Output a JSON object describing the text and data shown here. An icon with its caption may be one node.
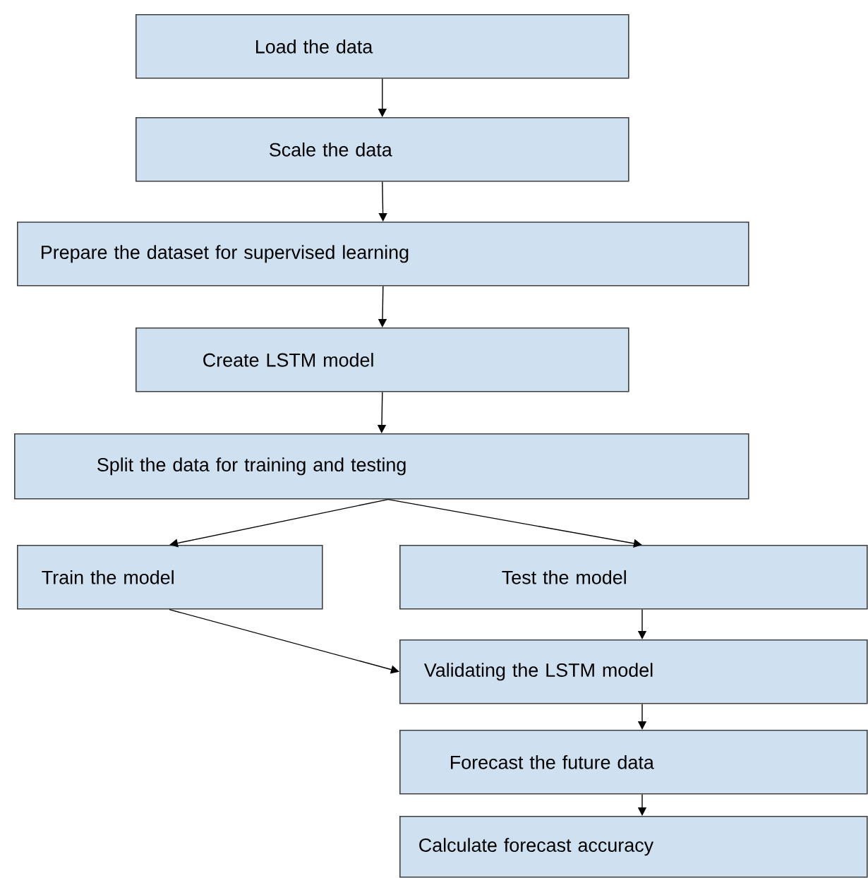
{
  "diagram": {
    "nodes": [
      {
        "text": [
          "Load the data"
        ]
      },
      {
        "text": [
          "Scale the data"
        ]
      },
      {
        "text": [
          "Prepare the dataset for supervised learning"
        ]
      },
      {
        "text": [
          "Create LSTM model"
        ]
      },
      {
        "text": [
          "Split the data for training and testing"
        ]
      },
      {
        "text": [
          "Train the model"
        ]
      },
      {
        "text": [
          "Test the model"
        ]
      },
      {
        "text": [
          "Validating the LSTM model"
        ]
      },
      {
        "text": [
          "Forecast the future data"
        ]
      },
      {
        "text": [
          "Calculate forecast accuracy"
        ]
      }
    ],
    "edges": [
      {
        "from": 0,
        "to": 1,
        "arrow": "to"
      },
      {
        "from": 1,
        "to": 2,
        "arrow": "to"
      },
      {
        "from": 2,
        "to": 3,
        "arrow": "to"
      },
      {
        "from": 3,
        "to": 4,
        "arrow": "to"
      },
      {
        "from": 4,
        "to": 5,
        "arrow": "to"
      },
      {
        "from": 4,
        "to": 6,
        "arrow": "to"
      },
      {
        "from": 5,
        "to": 7,
        "arrow": "to"
      },
      {
        "from": 6,
        "to": 7,
        "arrow": "to"
      },
      {
        "from": 7,
        "to": 8,
        "arrow": "to"
      },
      {
        "from": 8,
        "to": 9,
        "arrow": "to"
      }
    ]
  }
}
